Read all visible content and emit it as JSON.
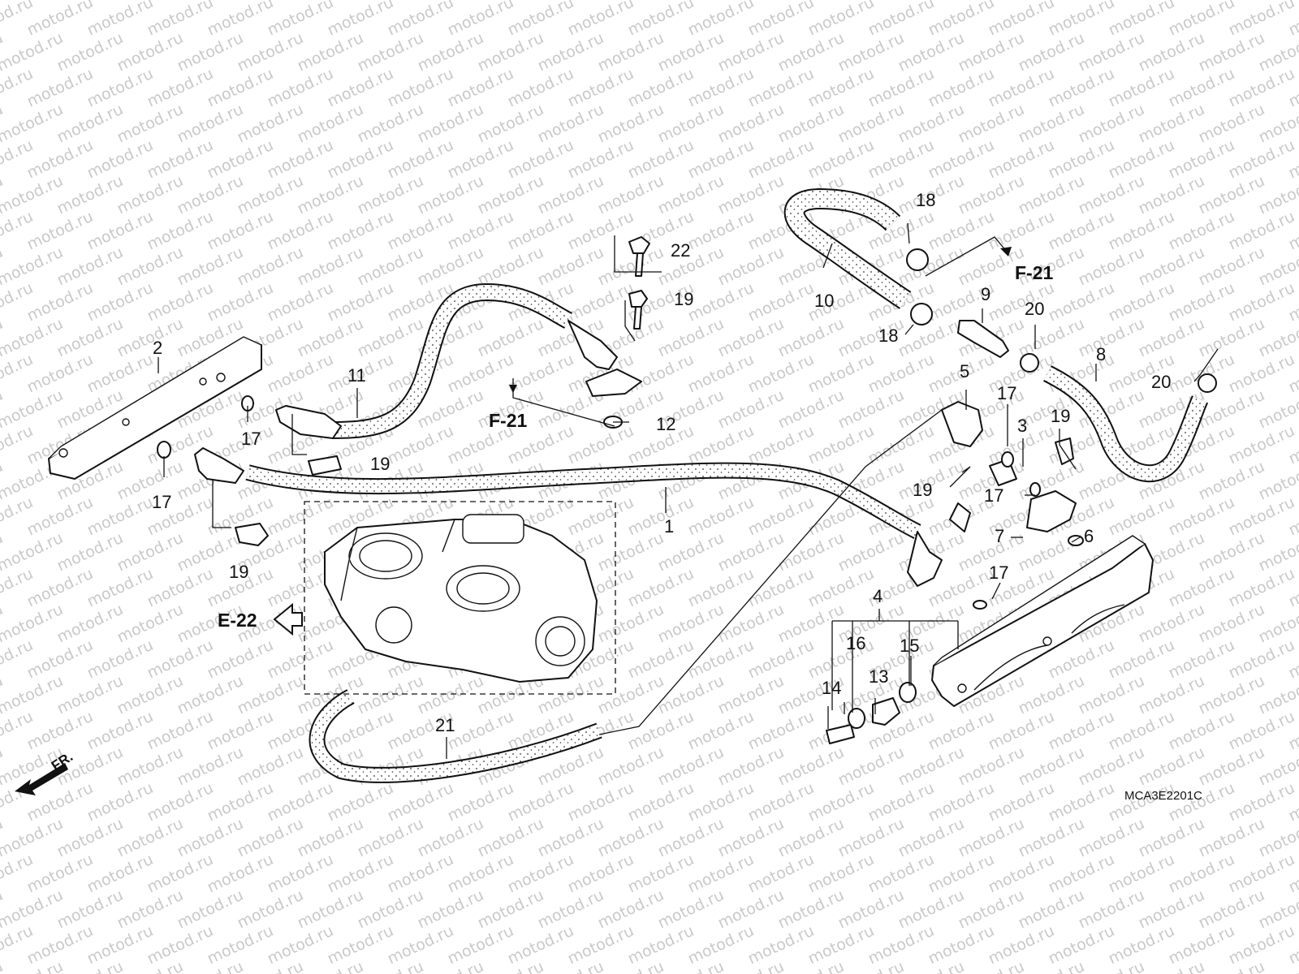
{
  "watermark": "motod.ru",
  "diagram_code": "MCA3E2201C",
  "front_indicator": "FR.",
  "refs": {
    "f21_a": "F-21",
    "f21_b": "F-21",
    "e22": "E-22"
  },
  "callouts": {
    "p1": "1",
    "p2": "2",
    "p3": "3",
    "p4": "4",
    "p5": "5",
    "p6": "6",
    "p7": "7",
    "p8": "8",
    "p9": "9",
    "p10": "10",
    "p11": "11",
    "p12": "12",
    "p13": "13",
    "p14": "14",
    "p15": "15",
    "p16": "16",
    "p17a": "17",
    "p17b": "17",
    "p17c": "17",
    "p17d": "17",
    "p17e": "17",
    "p18a": "18",
    "p18b": "18",
    "p19a": "19",
    "p19b": "19",
    "p19c": "19",
    "p19d": "19",
    "p19e": "19",
    "p20a": "20",
    "p20b": "20",
    "p21": "21",
    "p22": "22"
  },
  "colors": {
    "line": "#111111",
    "watermark": "#c9c9c9",
    "background": "#ffffff"
  }
}
